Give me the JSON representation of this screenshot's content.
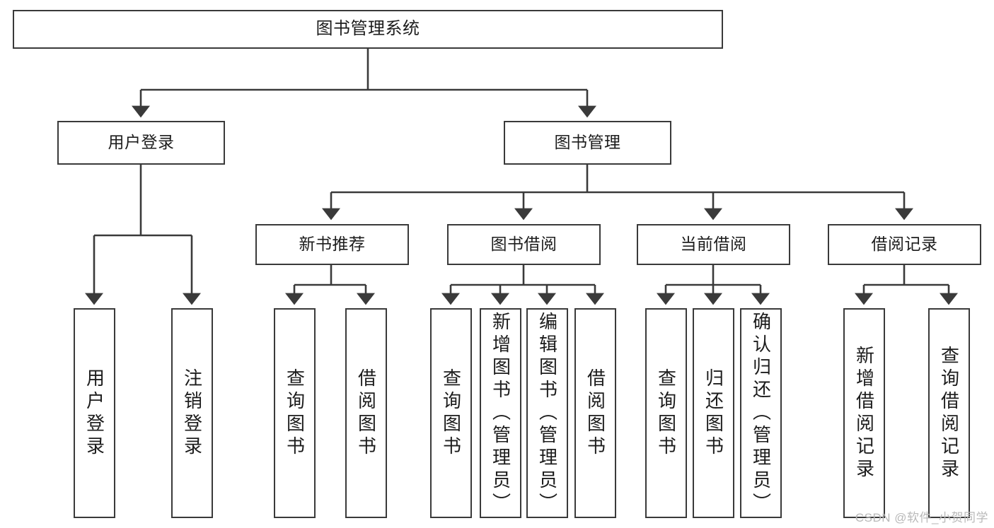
{
  "diagram": {
    "title": "图书管理系统",
    "type": "tree-hierarchy",
    "watermark": "CSDN @软件_小贺同学",
    "colors": {
      "stroke": "#3a3a3a",
      "fill": "#ffffff",
      "text": "#1c1c1c",
      "watermark": "#b9b9b9"
    },
    "nodes": {
      "root": {
        "label": "图书管理系统",
        "level": 0
      },
      "l1": [
        {
          "id": "user-login",
          "label": "用户登录",
          "level": 1
        },
        {
          "id": "book-manage",
          "label": "图书管理",
          "level": 1
        }
      ],
      "l2": [
        {
          "id": "new-book-rec",
          "label": "新书推荐",
          "level": 2
        },
        {
          "id": "book-borrow",
          "label": "图书借阅",
          "level": 2
        },
        {
          "id": "current-borrow",
          "label": "当前借阅",
          "level": 2
        },
        {
          "id": "borrow-record",
          "label": "借阅记录",
          "level": 2
        }
      ],
      "leaves": [
        {
          "id": "leaf-user-login",
          "label": "用户登录",
          "parent": "user-login"
        },
        {
          "id": "leaf-logout",
          "label": "注销登录",
          "parent": "user-login"
        },
        {
          "id": "leaf-query-book-1",
          "label": "查询图书",
          "parent": "new-book-rec"
        },
        {
          "id": "leaf-borrow-book-1",
          "label": "借阅图书",
          "parent": "new-book-rec"
        },
        {
          "id": "leaf-query-book-2",
          "label": "查询图书",
          "parent": "book-borrow"
        },
        {
          "id": "leaf-add-book",
          "label": "新增图书（管理员）",
          "parent": "book-borrow"
        },
        {
          "id": "leaf-edit-book",
          "label": "编辑图书（管理员）",
          "parent": "book-borrow"
        },
        {
          "id": "leaf-borrow-book-2",
          "label": "借阅图书",
          "parent": "book-borrow"
        },
        {
          "id": "leaf-query-book-3",
          "label": "查询图书",
          "parent": "current-borrow"
        },
        {
          "id": "leaf-return-book",
          "label": "归还图书",
          "parent": "current-borrow"
        },
        {
          "id": "leaf-confirm-return",
          "label": "确认归还（管理员）",
          "parent": "current-borrow"
        },
        {
          "id": "leaf-add-record",
          "label": "新增借阅记录",
          "parent": "borrow-record"
        },
        {
          "id": "leaf-query-record",
          "label": "查询借阅记录",
          "parent": "borrow-record"
        }
      ]
    }
  }
}
